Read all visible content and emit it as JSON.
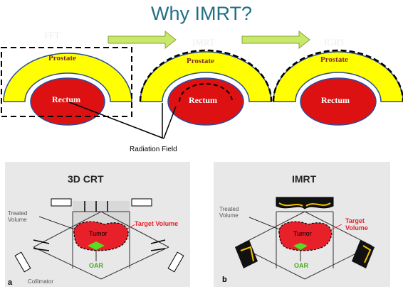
{
  "slide": {
    "title": "Why IMRT?",
    "stage_labels": [
      "FFT",
      "IMRT",
      "IGRT"
    ],
    "organ_labels": {
      "prostate": "Prostate",
      "rectum": "Rectum"
    },
    "radiation_field_label": "Radiation Field"
  },
  "panel_a": {
    "heading": "3D CRT",
    "treated_volume": "Treated\nVolume",
    "target_volume": "Target Volume",
    "tumor": "Tumor",
    "oar": "OAR",
    "collimator": "Collimator",
    "letter": "a"
  },
  "panel_b": {
    "heading": "IMRT",
    "treated_volume": "Treated\nVolume",
    "target_volume": "Target\nVolume",
    "tumor": "Tumor",
    "oar": "OAR",
    "letter": "b"
  },
  "colors": {
    "title": "#1f6f86",
    "prostate": "#ffff00",
    "rectum": "#dd1111",
    "oar": "#55dd22",
    "target": "#e8202a",
    "arrow_fill": "#c8e86a"
  }
}
